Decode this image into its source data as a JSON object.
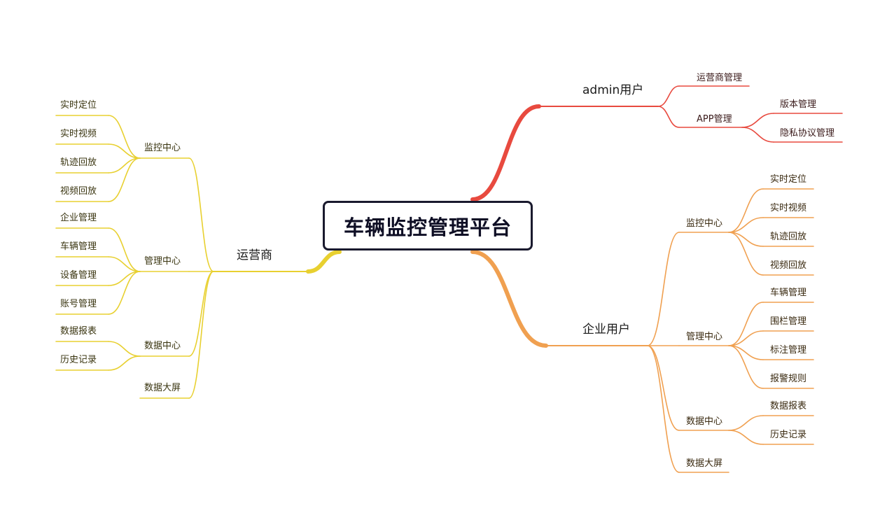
{
  "root": {
    "label": "车辆监控管理平台"
  },
  "colors": {
    "admin": "#e84a3f",
    "enterprise": "#f0a050",
    "operator": "#e8d030"
  },
  "branches": {
    "admin": {
      "label": "admin用户",
      "children": [
        {
          "label": "运营商管理"
        },
        {
          "label": "APP管理",
          "children": [
            "版本管理",
            "隐私协议管理"
          ]
        }
      ]
    },
    "enterprise": {
      "label": "企业用户",
      "children": [
        {
          "label": "监控中心",
          "children": [
            "实时定位",
            "实时视频",
            "轨迹回放",
            "视频回放"
          ]
        },
        {
          "label": "管理中心",
          "children": [
            "车辆管理",
            "围栏管理",
            "标注管理",
            "报警规则"
          ]
        },
        {
          "label": "数据中心",
          "children": [
            "数据报表",
            "历史记录"
          ]
        },
        {
          "label": "数据大屏"
        }
      ]
    },
    "operator": {
      "label": "运营商",
      "children": [
        {
          "label": "监控中心",
          "children": [
            "实时定位",
            "实时视频",
            "轨迹回放",
            "视频回放"
          ]
        },
        {
          "label": "管理中心",
          "children": [
            "企业管理",
            "车辆管理",
            "设备管理",
            "账号管理"
          ]
        },
        {
          "label": "数据中心",
          "children": [
            "数据报表",
            "历史记录"
          ]
        },
        {
          "label": "数据大屏"
        }
      ]
    }
  }
}
